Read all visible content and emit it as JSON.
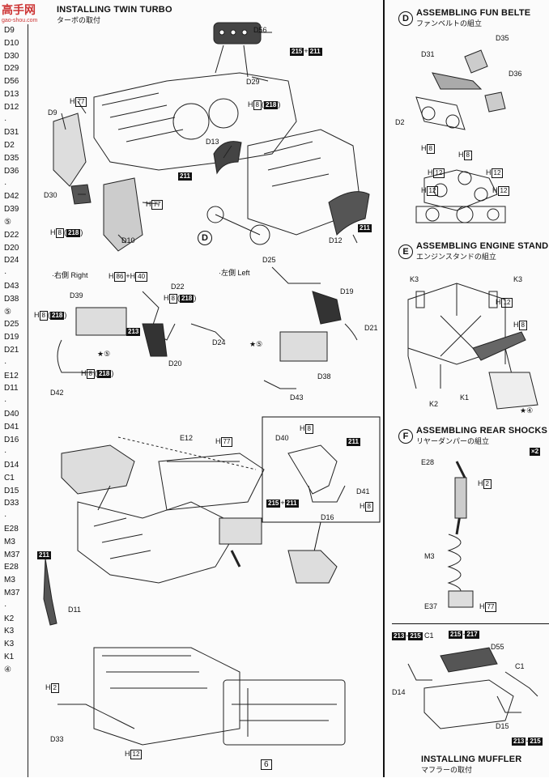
{
  "watermark": {
    "text": "高手网",
    "url": "gao-shou.com"
  },
  "parts_list": [
    "D9",
    "D10",
    "D30",
    "D29",
    "D56",
    "D13",
    "D12",
    "·",
    "D31",
    "D2",
    "D35",
    "D36",
    "·",
    "D42",
    "D39",
    "⑤",
    "D22",
    "D20",
    "D24",
    "·",
    "D43",
    "D38",
    "⑤",
    "D25",
    "D19",
    "D21",
    "·",
    "E12",
    "D11",
    "·",
    "D40",
    "D41",
    "D16",
    "·",
    "D14",
    "C1",
    "D15",
    "D33",
    "·",
    "E28",
    "M3",
    "M37",
    "E28",
    "M3",
    "M37",
    "·",
    "K2",
    "K3",
    "K3",
    "K1",
    "④"
  ],
  "main": {
    "title": "INSTALLING TWIN TURBO",
    "subtitle": "ターボの取付",
    "labels": {
      "d56": "D56",
      "d29": "D29",
      "d9": "D9",
      "h77a": "H",
      "h77a_n": "77",
      "h8a": "H",
      "h8a_n": "8",
      "h218a": "218",
      "d13": "D13",
      "d30": "D30",
      "d10": "D10",
      "d12": "D12",
      "b211a": "211",
      "b211b": "211",
      "b215a": "215",
      "b211c": "211",
      "plus": "+",
      "h77b": "H",
      "h77b_n": "77",
      "h8b": "H",
      "h8b_n": "8",
      "h218b": "218",
      "circleD": "D",
      "right_side": "·右側 Right",
      "left_side": "·左側 Left",
      "d39": "D39",
      "d22": "D22",
      "h86": "H",
      "h86_n": "86",
      "h40": "H",
      "h40_n": "40",
      "h8c": "H",
      "h8c_n": "8",
      "h218c": "218",
      "b213": "213",
      "d20": "D20",
      "d24": "D24",
      "d42": "D42",
      "h8d": "H",
      "h8d_n": "8",
      "h218d": "218",
      "h8e": "H",
      "h8e_n": "8",
      "h218e": "218",
      "star5a": "★⑤",
      "d25": "D25",
      "d19": "D19",
      "d21": "D21",
      "d38": "D38",
      "d43": "D43",
      "star5b": "★⑤",
      "e12": "E12",
      "h77c": "H",
      "h77c_n": "77",
      "d40": "D40",
      "h8f": "H",
      "h8f_n": "8",
      "b211d": "211",
      "b215b": "215",
      "b211e": "211",
      "d41": "D41",
      "h8g": "H",
      "h8g_n": "8",
      "d16": "D16",
      "b211f": "211",
      "d11": "D11",
      "h2a": "H",
      "h2a_n": "2",
      "d33": "D33",
      "h12a": "H",
      "h12a_n": "12"
    },
    "page_number": "6"
  },
  "right": {
    "sec_d": {
      "letter": "D",
      "title": "ASSEMBLING FUN BELTE",
      "subtitle": "ファンベルトの組立",
      "labels": {
        "d35": "D35",
        "d31": "D31",
        "d36": "D36",
        "d2": "D2",
        "h8": "H",
        "h8_n": "8",
        "h8b": "H",
        "h8b_n": "8",
        "h12a": "H",
        "h12a_n": "12",
        "h12b": "H",
        "h12b_n": "12",
        "h12c": "H",
        "h12c_n": "12",
        "h12d": "H",
        "h12d_n": "12"
      }
    },
    "sec_e": {
      "letter": "E",
      "title": "ASSEMBLING ENGINE STAND",
      "subtitle": "エンジンスタンドの組立",
      "labels": {
        "k3a": "K3",
        "k3b": "K3",
        "h12": "H",
        "h12_n": "12",
        "h8": "H",
        "h8_n": "8",
        "k2": "K2",
        "k1": "K1",
        "star4": "★④"
      }
    },
    "sec_f": {
      "letter": "F",
      "title": "ASSEMBLING REAR SHOCKS",
      "subtitle": "リヤーダンパーの組立",
      "labels": {
        "x2": "×2",
        "e28": "E28",
        "h2": "H",
        "h2_n": "2",
        "m3": "M3",
        "e37": "E37",
        "h77": "H",
        "h77_n": "77"
      }
    },
    "sec_muffler": {
      "title": "INSTALLING MUFFLER",
      "subtitle": "マフラーの取付",
      "labels": {
        "b213a": "213",
        "b215a": "215",
        "c1a": "C1",
        "b215b": "215",
        "b217": "217",
        "d55": "D55",
        "c1b": "C1",
        "d14": "D14",
        "d15": "D15",
        "b213b": "213",
        "b215c": "215",
        "dash": "-"
      }
    }
  }
}
